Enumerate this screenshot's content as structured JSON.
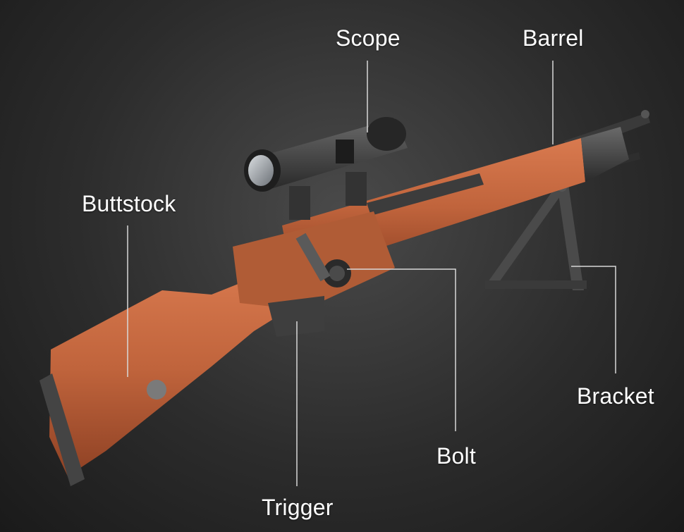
{
  "diagram": {
    "labels": {
      "scope": "Scope",
      "barrel": "Barrel",
      "buttstock": "Buttstock",
      "bracket": "Bracket",
      "bolt": "Bolt",
      "trigger": "Trigger"
    },
    "colors": {
      "background": "#2c2c2c",
      "stock": "#c0643c",
      "metal": "#3c3c3c",
      "leader_line": "#d8d8d8",
      "label_text": "#ffffff"
    }
  }
}
